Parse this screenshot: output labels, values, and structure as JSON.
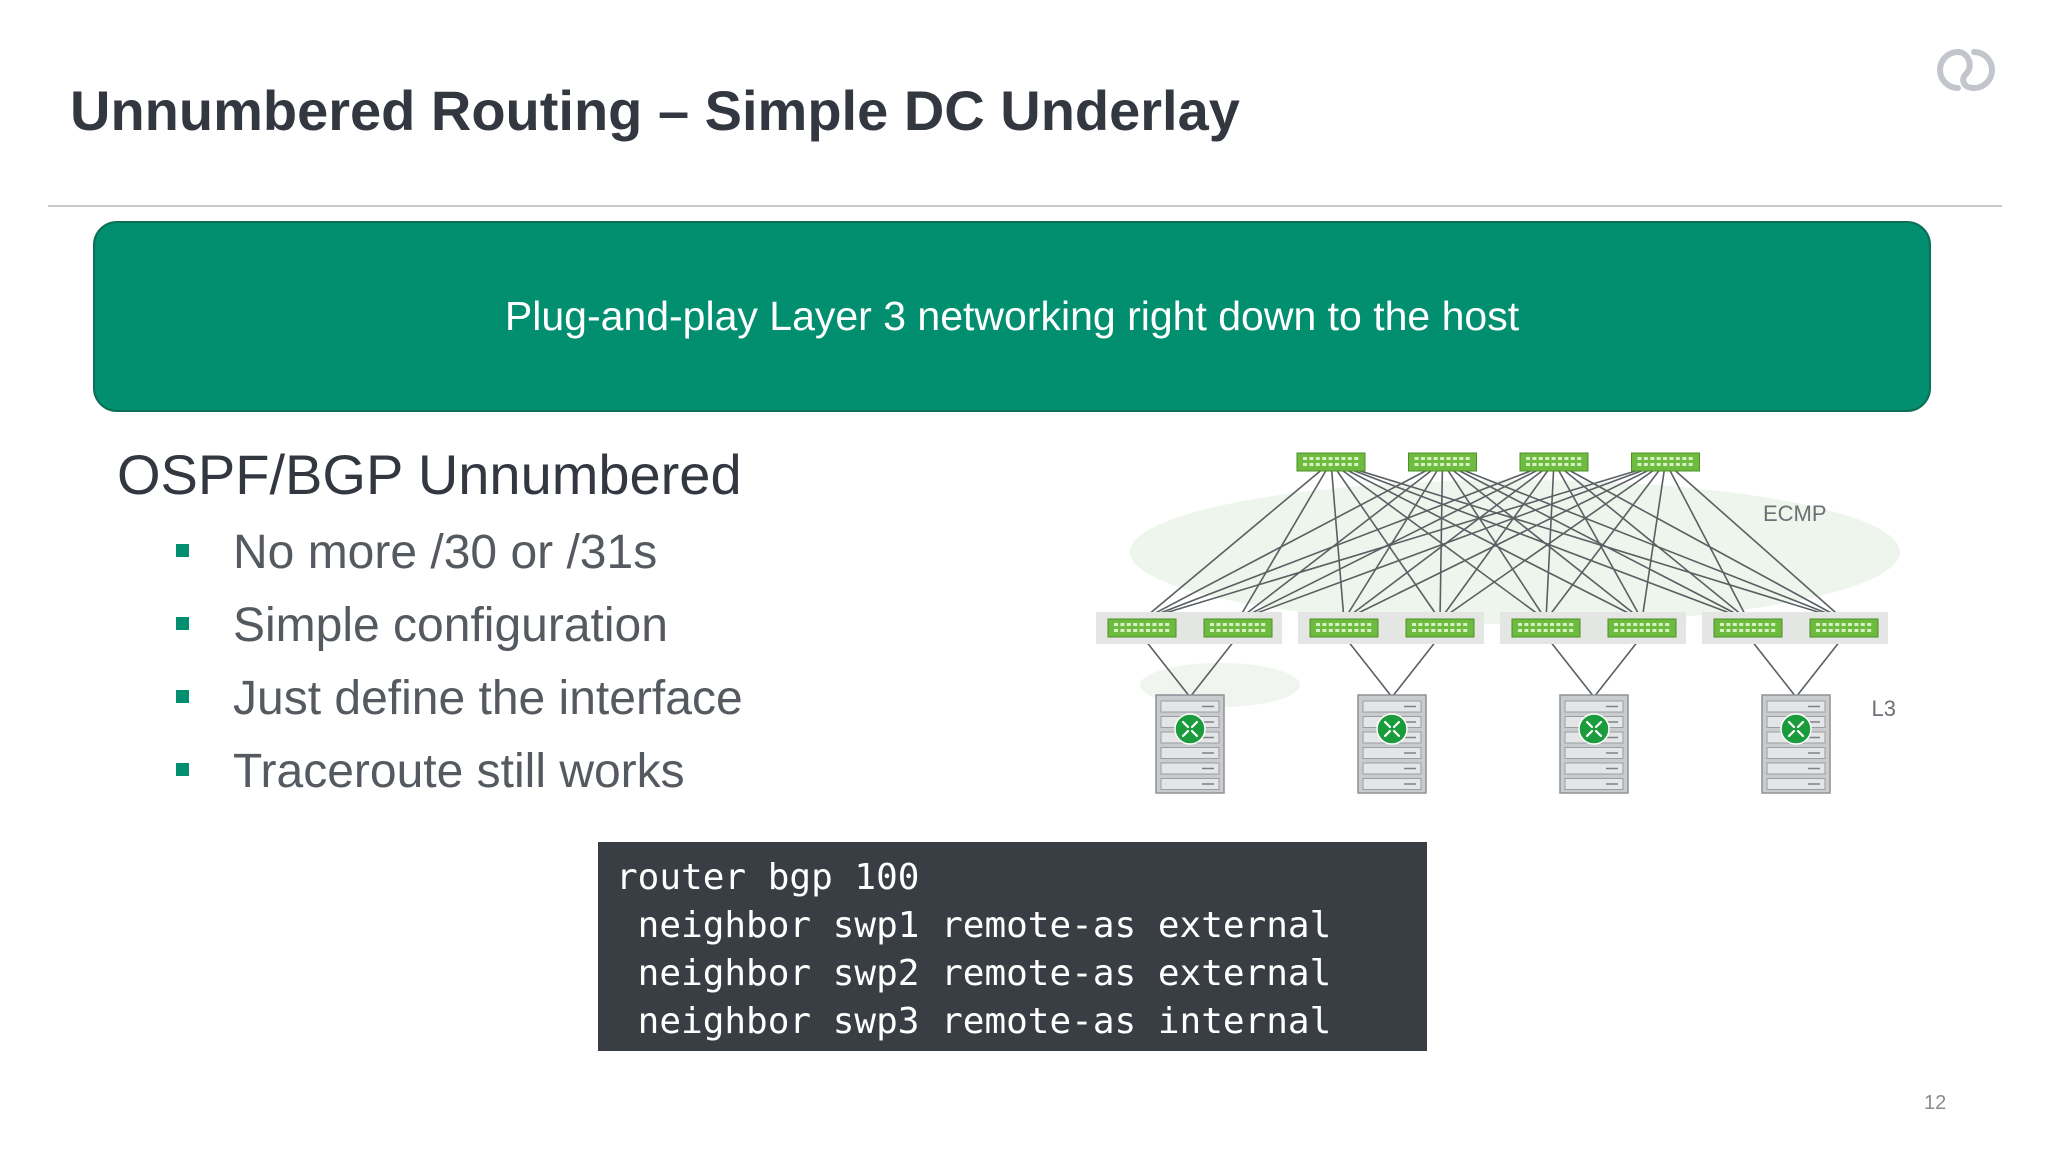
{
  "slide": {
    "title": "Unnumbered Routing – Simple DC Underlay",
    "banner_text": "Plug-and-play Layer 3 networking right down to the host",
    "heading": "OSPF/BGP Unnumbered",
    "bullets": [
      "No more /30 or /31s",
      "Simple configuration",
      "Just define the interface",
      "Traceroute still works"
    ],
    "code_lines": [
      "router bgp 100",
      " neighbor swp1 remote-as external",
      " neighbor swp2 remote-as external",
      " neighbor swp3 remote-as internal"
    ],
    "page_number": "12"
  },
  "diagram": {
    "ecmp_label": "ECMP",
    "l3_label": "L3",
    "spine_count": 4,
    "leaf_count": 8,
    "server_count": 4
  },
  "colors": {
    "accent_green": "#028f6f",
    "switch_green": "#6dbb3f",
    "router_green": "#1a9b3c",
    "code_bg": "#383e44",
    "title_text": "#333740"
  }
}
